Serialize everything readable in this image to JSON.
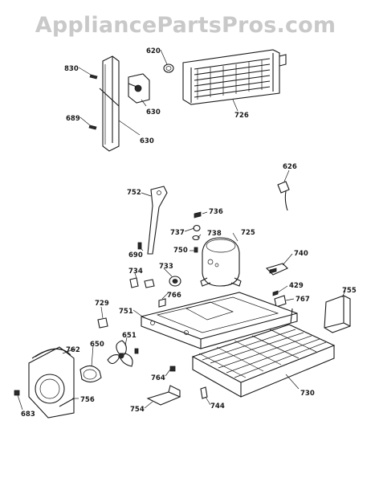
{
  "watermark": "AppliancePartsPros.com",
  "part_labels": {
    "p830": "830",
    "p620": "620",
    "p630a": "630",
    "p689": "689",
    "p630b": "630",
    "p726": "726",
    "p626": "626",
    "p752": "752",
    "p736": "736",
    "p737": "737",
    "p738": "738",
    "p725": "725",
    "p750": "750",
    "p690": "690",
    "p740": "740",
    "p734": "734",
    "p733": "733",
    "p429": "429",
    "p755": "755",
    "p767": "767",
    "p729": "729",
    "p766": "766",
    "p751": "751",
    "p651": "651",
    "p762": "762",
    "p650": "650",
    "p764": "764",
    "p730": "730",
    "p756": "756",
    "p754": "754",
    "p744": "744",
    "p683": "683"
  }
}
